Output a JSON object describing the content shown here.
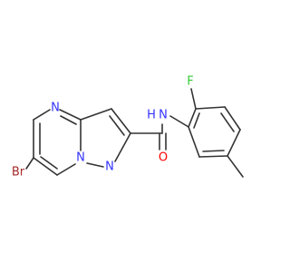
{
  "molecule": {
    "atoms": {
      "br": {
        "text": "Br",
        "color": "#a52a2a"
      },
      "n_pyrimidine": {
        "text": "N",
        "color": "#3333ff"
      },
      "n_bridge": {
        "text": "N",
        "color": "#3333ff"
      },
      "n_pyrazole": {
        "text": "N",
        "color": "#3333ff"
      },
      "n_amide": {
        "text": "N",
        "color": "#3333ff"
      },
      "h_amide": {
        "text": "H",
        "color": "#3333ff"
      },
      "o_carbonyl": {
        "text": "O",
        "color": "#ff0000"
      },
      "f": {
        "text": "F",
        "color": "#33cc33"
      }
    },
    "bond_color": "#333333"
  }
}
